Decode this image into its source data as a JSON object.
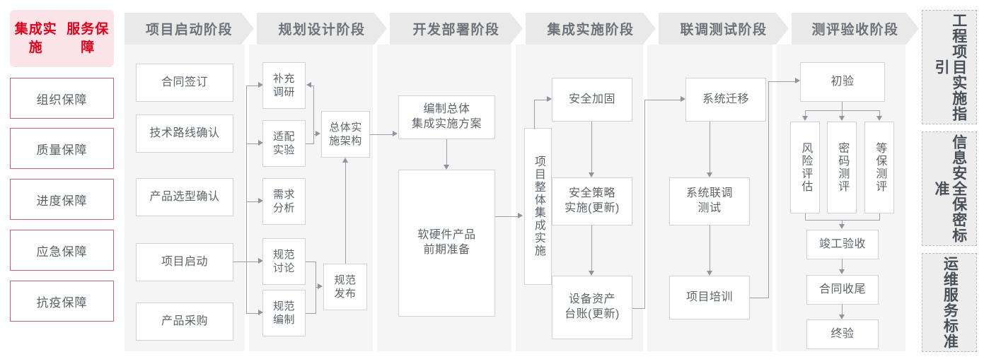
{
  "meta": {
    "title": "集成实施服务保障流程图",
    "accent_red": "#e2001a",
    "accent_red_border": "#e2586d",
    "accent_red_bg": "#fbe4e8",
    "panel_bg": "#f5f5f5",
    "header_bg": "#e9e9e9",
    "node_border": "#cfd2d6",
    "line_color": "#9aa0a6",
    "text_color": "#5e636a",
    "header_text_color": "#6d7278"
  },
  "guarantee": {
    "title": "集成实施\n服务保障",
    "title_line1": "集成实施",
    "title_line2": "服务保障",
    "items": [
      {
        "label": "组织保障"
      },
      {
        "label": "质量保障"
      },
      {
        "label": "进度保障"
      },
      {
        "label": "应急保障"
      },
      {
        "label": "抗疫保障"
      }
    ]
  },
  "phases": [
    {
      "id": "phase-startup",
      "label": "项目启动阶段"
    },
    {
      "id": "phase-planning",
      "label": "规划设计阶段"
    },
    {
      "id": "phase-development",
      "label": "开发部署阶段"
    },
    {
      "id": "phase-integration",
      "label": "集成实施阶段"
    },
    {
      "id": "phase-testing",
      "label": "联调测试阶段"
    },
    {
      "id": "phase-acceptance",
      "label": "测评验收阶段"
    }
  ],
  "nodes": {
    "startup": [
      {
        "id": "contract-signing",
        "label": "合同签订"
      },
      {
        "id": "tech-route-confirm",
        "label": "技术路线确认"
      },
      {
        "id": "product-selection",
        "label": "产品选型确认"
      },
      {
        "id": "project-kickoff",
        "label": "项目启动"
      },
      {
        "id": "product-purchase",
        "label": "产品采购"
      }
    ],
    "planning": [
      {
        "id": "supplementary-research",
        "label": "补充\n调研",
        "l1": "补充",
        "l2": "调研"
      },
      {
        "id": "adaptation-experiment",
        "label": "适配\n实验",
        "l1": "适配",
        "l2": "实验"
      },
      {
        "id": "requirement-analysis",
        "label": "需求\n分析",
        "l1": "需求",
        "l2": "分析"
      },
      {
        "id": "spec-discussion",
        "label": "规范\n讨论",
        "l1": "规范",
        "l2": "讨论"
      },
      {
        "id": "spec-drafting",
        "label": "规范\n编制",
        "l1": "规范",
        "l2": "编制"
      },
      {
        "id": "overall-architecture",
        "label": "总体实\n施架构",
        "l1": "总体实",
        "l2": "施架构"
      },
      {
        "id": "spec-release",
        "label": "规范\n发布",
        "l1": "规范",
        "l2": "发布"
      }
    ],
    "development": [
      {
        "id": "draft-integration-plan",
        "label": "编制总体\n集成实施方案",
        "l1": "编制总体",
        "l2": "集成实施方案"
      },
      {
        "id": "hw-sw-preparation",
        "label": "软硬件产品\n前期准备",
        "l1": "软硬件产品",
        "l2": "前期准备"
      }
    ],
    "integration": [
      {
        "id": "overall-integration",
        "label": "项目整体集成实施"
      },
      {
        "id": "security-hardening",
        "label": "安全加固"
      },
      {
        "id": "security-policy",
        "label": "安全策略\n实施(更新)",
        "l1": "安全策略",
        "l2": "实施(更新)"
      },
      {
        "id": "asset-ledger",
        "label": "设备资产\n台账(更新)",
        "l1": "设备资产",
        "l2": "台账(更新)"
      }
    ],
    "testing": [
      {
        "id": "system-migration",
        "label": "系统迁移"
      },
      {
        "id": "joint-debug-test",
        "label": "系统联调\n测试",
        "l1": "系统联调",
        "l2": "测试"
      },
      {
        "id": "project-training",
        "label": "项目培训"
      }
    ],
    "acceptance": [
      {
        "id": "preliminary-acceptance",
        "label": "初验"
      },
      {
        "id": "risk-assessment",
        "label": "风险评估"
      },
      {
        "id": "crypto-evaluation",
        "label": "密码测评"
      },
      {
        "id": "mlps-evaluation",
        "label": "等保测评"
      },
      {
        "id": "completion-acceptance",
        "label": "竣工验收"
      },
      {
        "id": "contract-closeout",
        "label": "合同收尾"
      },
      {
        "id": "final-acceptance",
        "label": "终验"
      }
    ]
  },
  "standards": [
    {
      "id": "engineering-guideline",
      "label": "工程项目实施指引"
    },
    {
      "id": "infosec-standard",
      "label": "信息安全保密标准"
    },
    {
      "id": "ops-service-standard",
      "label": "运维服务标准"
    }
  ]
}
